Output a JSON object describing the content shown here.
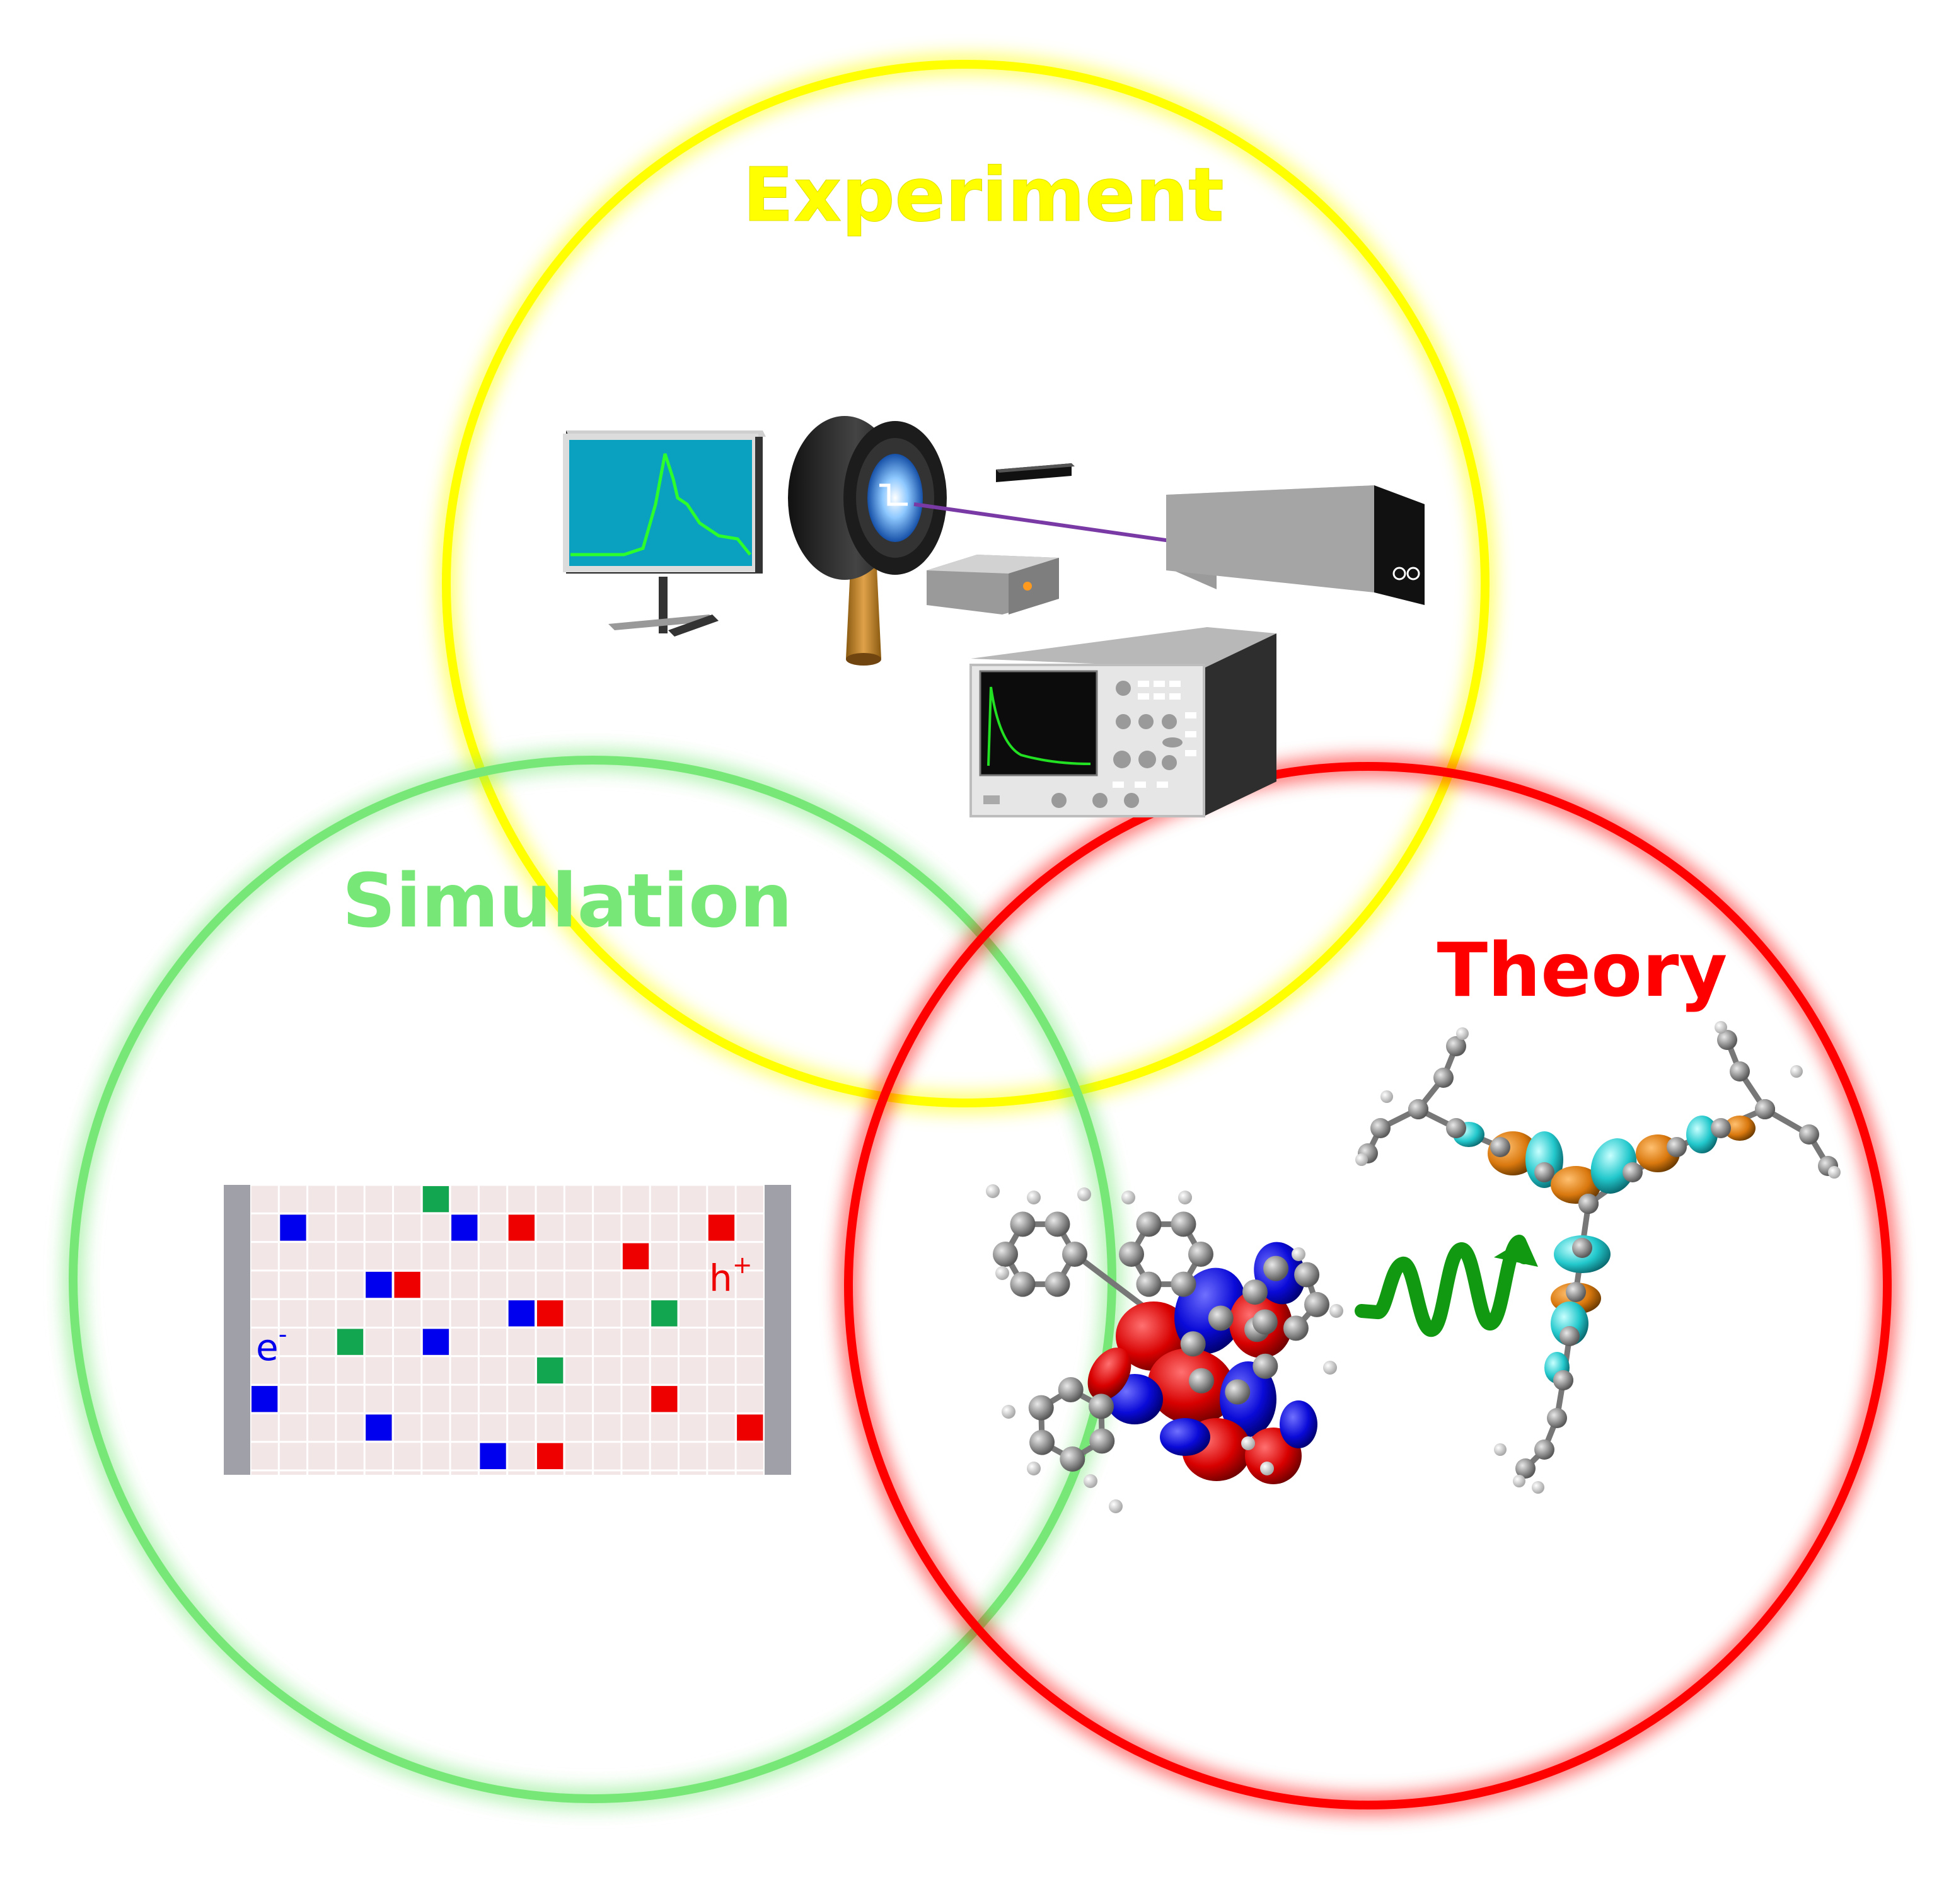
{
  "labels": {
    "experiment": "Experiment",
    "simulation": "Simulation",
    "theory": "Theory",
    "electron": "e",
    "electron_sup": "-",
    "hole": "h",
    "hole_sup": "+"
  },
  "colors": {
    "experiment": "#ffff00",
    "simulation": "#77e877",
    "theory": "#ff0000",
    "electron_site": "#0000ee",
    "hole_site": "#ee0000",
    "exciton_site": "#11a64f",
    "lattice_bg": "#f3e6e6",
    "electrode": "#a0a0a8",
    "wave_arrow": "#119911",
    "beam": "#7a3aa6"
  },
  "icons": {
    "experiment": [
      "monitor-spectrum-icon",
      "lens-holder-icon",
      "laser-source-icon",
      "detector-box-icon",
      "oscilloscope-icon"
    ],
    "simulation": "lattice-grid-icon",
    "theory": [
      "molecule-donor-icon",
      "energy-transfer-wave-icon",
      "molecule-acceptor-icon"
    ]
  }
}
